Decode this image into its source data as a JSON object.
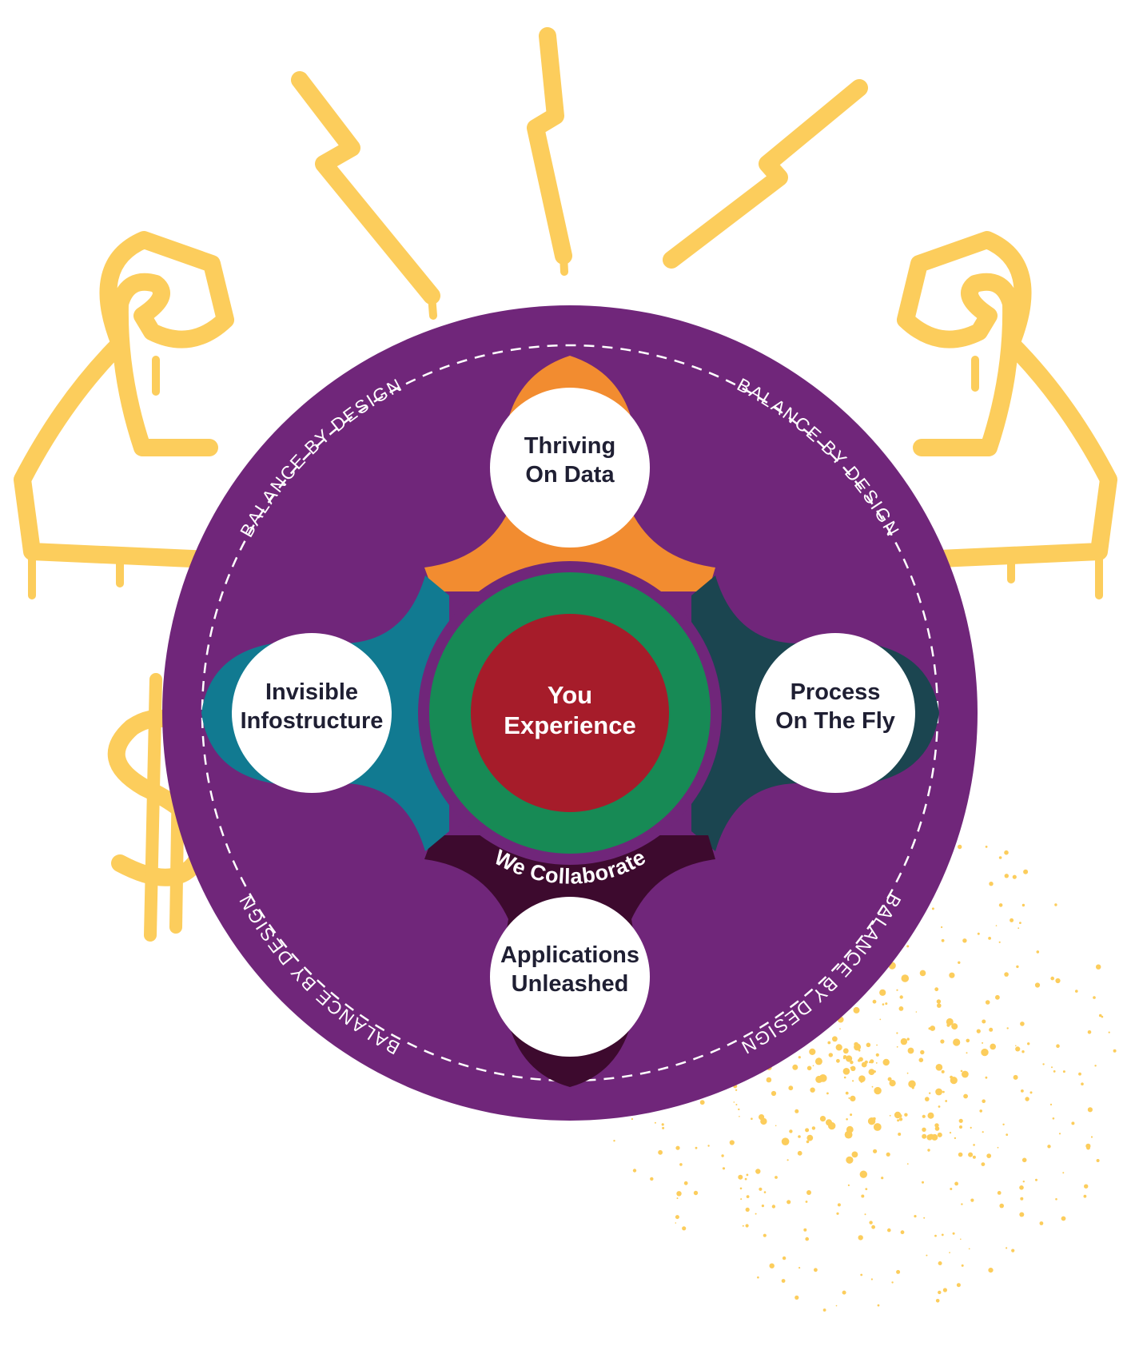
{
  "center": {
    "line1": "You",
    "line2": "Experience"
  },
  "collaborate_label": "We Collaborate",
  "ring_label": "BALANCE BY DESIGN",
  "nodes": {
    "top": {
      "line1": "Thriving",
      "line2": "On Data",
      "color": "#f28c30"
    },
    "left": {
      "line1": "Invisible",
      "line2": "Infostructure",
      "color": "#117a91"
    },
    "right": {
      "line1": "Process",
      "line2": "On The Fly",
      "color": "#1b4550"
    },
    "bottom": {
      "line1": "Applications",
      "line2": "Unleashed",
      "color": "#3d0a2e"
    }
  },
  "colors": {
    "disc": "#70267a",
    "collaborate_ring": "#178a55",
    "center": "#a61c2a",
    "graffiti": "#fccd5c",
    "ring_text": "#ffffff",
    "collab_text": "#ffffff"
  },
  "decorations": [
    "flexed-arm-left-icon",
    "flexed-arm-right-icon",
    "lightning-bolt-icon",
    "dollar-sign-icon",
    "paint-splatter",
    "spray-speckles"
  ]
}
